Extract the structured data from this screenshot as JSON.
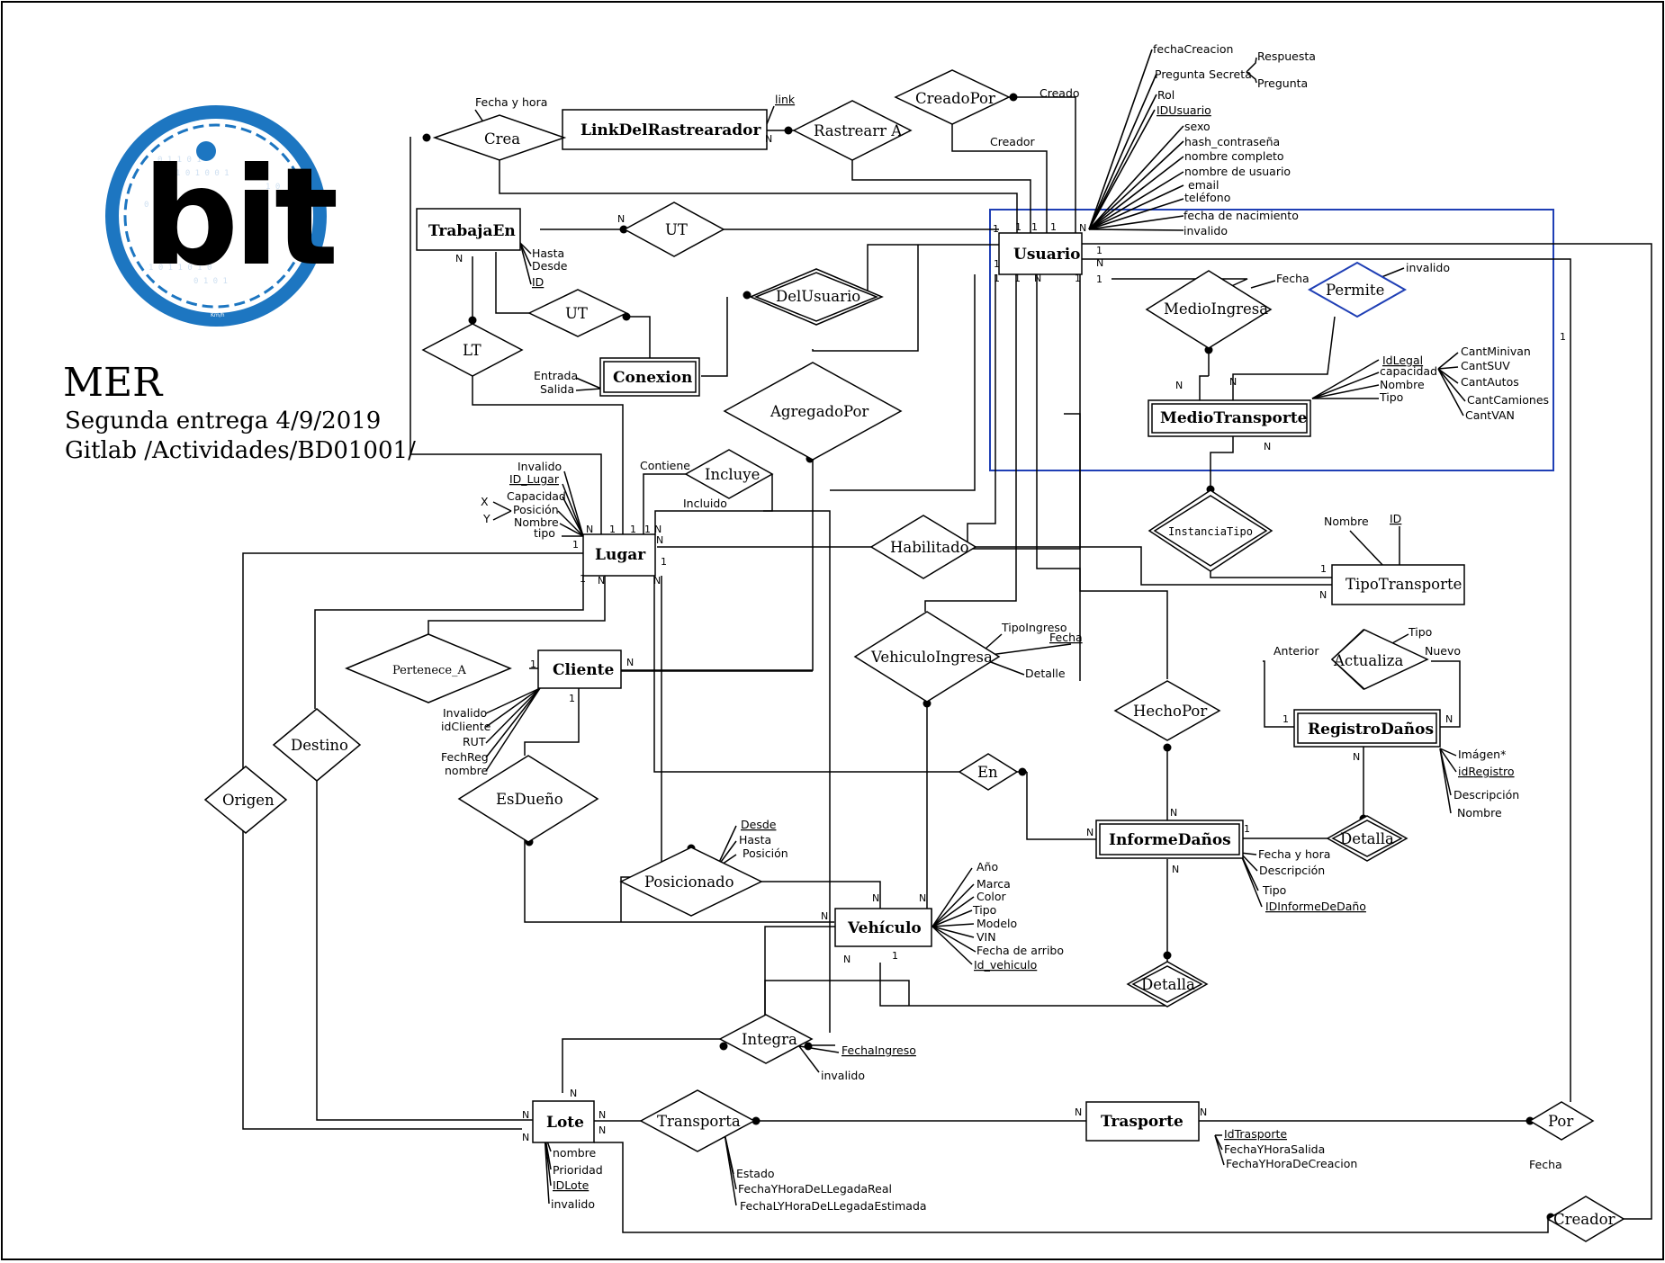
{
  "header": {
    "title": "MER",
    "line1": "Segunda entrega 4/9/2019",
    "line2": "Gitlab /Actividades/BD01001/"
  },
  "logo": {
    "text": "bit",
    "small": "Km/h",
    "color": "#1d76c1"
  },
  "colors": {
    "line": "#000000",
    "highlight": "#1f3fb5",
    "logo_blue": "#1d76c1"
  },
  "entities": {
    "usuario": "Usuario",
    "link": "LinkDelRastrearador",
    "trabajaen": "TrabajaEn",
    "conexion": "Conexion",
    "medio": "MedioTransporte",
    "lugar": "Lugar",
    "tipo": "TipoTransporte",
    "cliente": "Cliente",
    "registro": "RegistroDaños",
    "informe": "InformeDaños",
    "vehiculo": "Vehículo",
    "lote": "Lote",
    "trasporte": "Trasporte"
  },
  "relationships": {
    "crea": "Crea",
    "rastrear": "Rastrearr A",
    "creadopor": "CreadoPor",
    "ut1": "UT",
    "ut2": "UT",
    "delusuario": "DelUsuario",
    "lt": "LT",
    "medioingresa": "MedioIngresa",
    "permite": "Permite",
    "agregadopor": "AgregadoPor",
    "incluye": "Incluye",
    "instancia": "InstanciaTipo",
    "habilitado": "Habilitado",
    "vehiculoingresa": "VehiculoIngresa",
    "actualiza": "Actualiza",
    "pertenece": "Pertenece_A",
    "hechopor": "HechoPor",
    "destino": "Destino",
    "en": "En",
    "origen": "Origen",
    "esdueno": "EsDueño",
    "detalla1": "Detalla",
    "posicionado": "Posicionado",
    "detalla2": "Detalla",
    "integra": "Integra",
    "transporta": "Transporta",
    "por": "Por",
    "creador": "Creador"
  },
  "attributes": {
    "usuario": [
      "fechaCreacion",
      "Pregunta Secreta",
      "Respuesta",
      "Pregunta",
      "Rol",
      "IDUsuario",
      "sexo",
      "hash_contraseña",
      "nombre completo",
      "nombre de usuario",
      "email",
      "teléfono",
      "fecha de nacimiento",
      "invalido"
    ],
    "link": [
      "link"
    ],
    "crea": [
      "Fecha y hora"
    ],
    "creadopor_roles": [
      "Creado",
      "Creador"
    ],
    "trabajaen": [
      "Hasta",
      "Desde",
      "ID"
    ],
    "conexion": [
      "Entrada",
      "Salida"
    ],
    "medioingresa": [
      "Fecha"
    ],
    "permite": [
      "invalido"
    ],
    "medio": [
      "IdLegal",
      "capacidad",
      "Nombre",
      "Tipo"
    ],
    "medio_sub": [
      "CantMinivan",
      "CantSUV",
      "CantAutos",
      "CantCamiones",
      "CantVAN"
    ],
    "lugar": [
      "Invalido",
      "ID_Lugar",
      "Capacidad",
      "Posición",
      "Nombre",
      "tipo"
    ],
    "posicion": [
      "X",
      "Y"
    ],
    "incluye_roles": [
      "Contiene",
      "Incluido"
    ],
    "tipo": [
      "Nombre",
      "ID"
    ],
    "vehiculoingresa": [
      "TipoIngreso",
      "Fecha",
      "Detalle"
    ],
    "actualiza": [
      "Tipo",
      "Anterior",
      "Nuevo"
    ],
    "cliente": [
      "Invalido",
      "idCliente",
      "RUT",
      "FechReg",
      "nombre"
    ],
    "registro": [
      "Imágen*",
      "idRegistro",
      "Descripción",
      "Nombre"
    ],
    "informe": [
      "Fecha y hora",
      "Descripción",
      "Tipo",
      "IDInformeDeDaño"
    ],
    "posicionado": [
      "Desde",
      "Hasta",
      "Posición"
    ],
    "vehiculo": [
      "Año",
      "Marca",
      "Color",
      "Tipo",
      "Modelo",
      "VIN",
      "Fecha de arribo",
      "Id_vehiculo"
    ],
    "integra": [
      "FechaIngreso",
      "invalido"
    ],
    "lote": [
      "nombre",
      "Prioridad",
      "IDLote",
      "invalido"
    ],
    "transporta": [
      "Estado",
      "FechaYHoraDeLLegadaReal",
      "FechaLYHoraDeLLegadaEstimada"
    ],
    "trasporte": [
      "IdTrasporte",
      "FechaYHoraSalida",
      "FechaYHoraDeCreacion"
    ],
    "creador": [
      "Fecha"
    ]
  },
  "cardinalities": {
    "one": "1",
    "many": "N"
  }
}
